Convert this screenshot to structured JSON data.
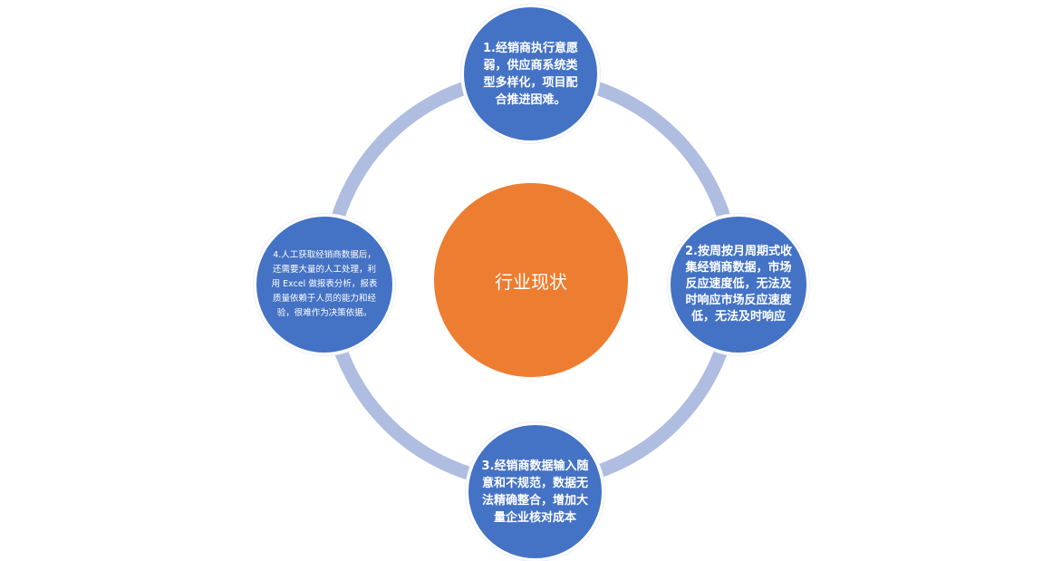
{
  "diagram": {
    "center": {
      "label": "行业现状",
      "color": "#ed7d31"
    },
    "ring": {
      "color": "#aebde0"
    },
    "nodes": [
      {
        "position": "top",
        "label": "1.经销商执行意愿弱，供应商系统类型多样化，项目配合推进困难。",
        "color": "#4472c4"
      },
      {
        "position": "right",
        "label": "2.按周按月周期式收集经销商数据，市场反应速度低，无法及时响应市场反应速度低，无法及时响应",
        "color": "#4472c4"
      },
      {
        "position": "bottom",
        "label": "3.经销商数据输入随意和不规范，数据无法精确整合，增加大量企业核对成本",
        "color": "#4472c4"
      },
      {
        "position": "left",
        "label": "4.人工获取经销商数据后，还需要大量的人工处理，利用 Excel 做报表分析，报表质量依赖于人员的能力和经验，很难作为决策依据。",
        "color": "#4472c4"
      }
    ]
  }
}
